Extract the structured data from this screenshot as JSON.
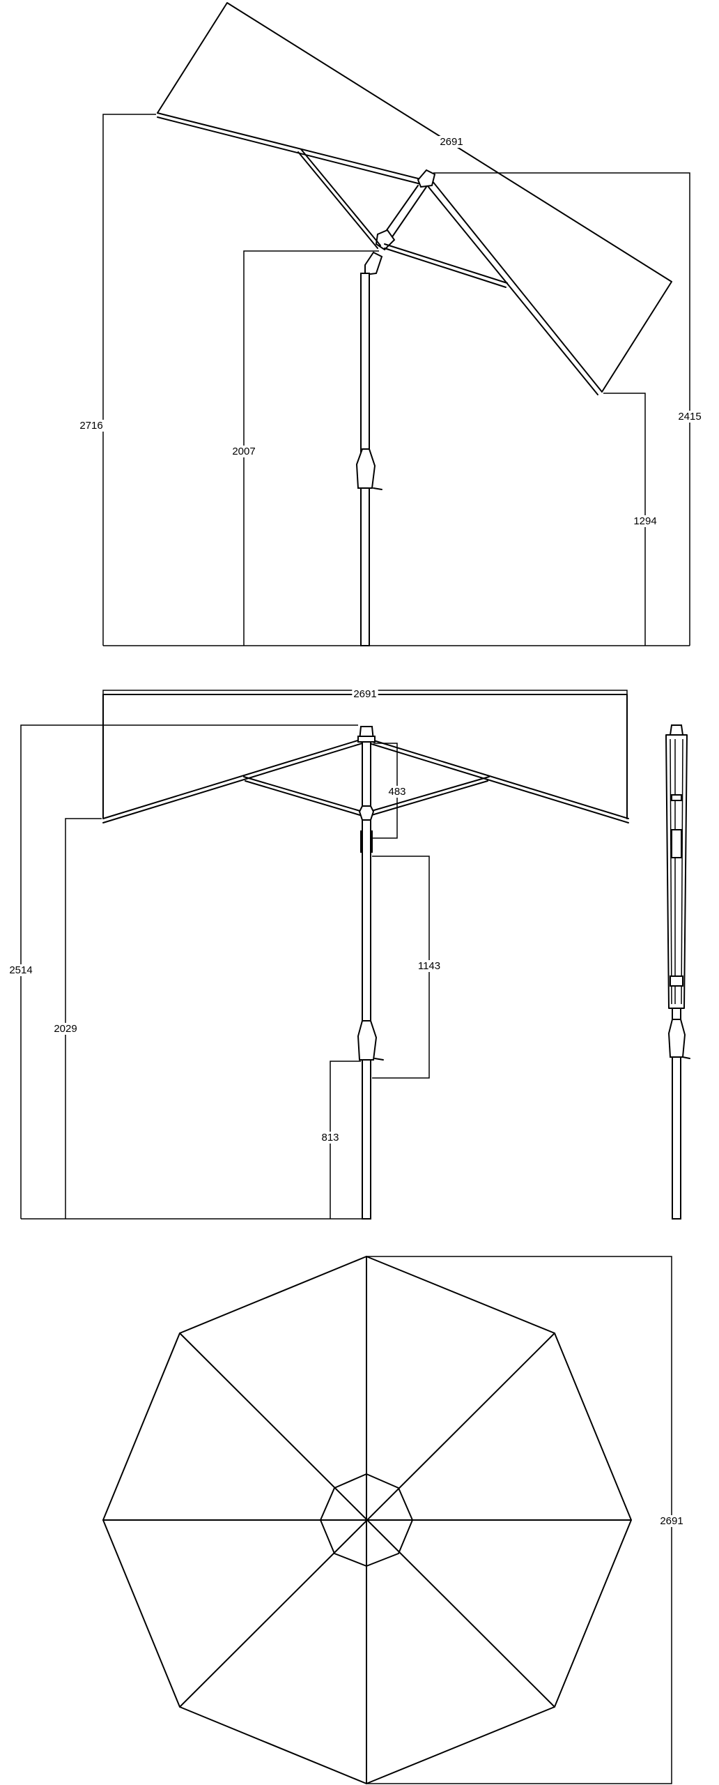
{
  "side_view_tilted": {
    "dims": {
      "canopy_width": "2691",
      "overall_height": "2716",
      "hub_height": "2007",
      "tilt_height": "2415",
      "low_edge_height": "1294"
    }
  },
  "side_view_upright": {
    "dims": {
      "canopy_width": "2691",
      "overall_height": "2514",
      "edge_height": "2029",
      "rib_drop": "483",
      "pole_section": "1143",
      "crank_height": "813"
    }
  },
  "top_view": {
    "dims": {
      "diameter": "2691"
    }
  }
}
